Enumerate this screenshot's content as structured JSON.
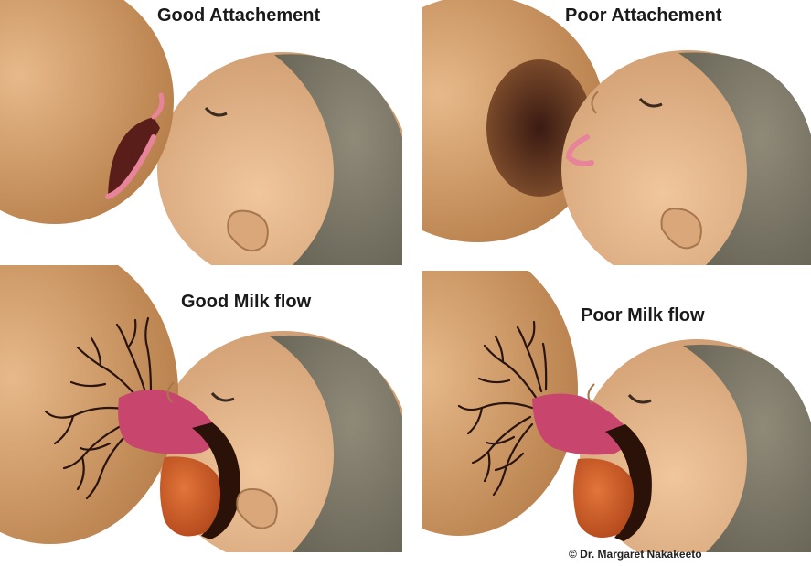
{
  "panels": {
    "good_attachment": {
      "title": "Good Attachement"
    },
    "poor_attachment": {
      "title": "Poor Attachement"
    },
    "good_milk_flow": {
      "title": "Good Milk flow"
    },
    "poor_milk_flow": {
      "title": "Poor Milk flow"
    }
  },
  "credit": "© Dr. Margaret Nakakeeto",
  "colors": {
    "background": "#ffffff",
    "breast": "#c8925a",
    "baby_skin": "#e0b48a",
    "hair": "#7c7868",
    "lips": "#e8849a",
    "mouth_inside": "#5a1e1a",
    "milk_ducts": "#2a1410",
    "nipple_tongue": "#c8466e",
    "throat": "#c8561e"
  }
}
